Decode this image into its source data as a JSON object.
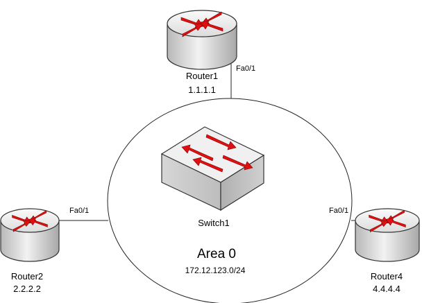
{
  "area": {
    "name": "Area 0",
    "subnet": "172.12.123.0/24"
  },
  "switch": {
    "name": "Switch1"
  },
  "routers": {
    "r1": {
      "name": "Router1",
      "ip": "1.1.1.1",
      "port": "Fa0/1"
    },
    "r2": {
      "name": "Router2",
      "ip": "2.2.2.2",
      "port": "Fa0/1"
    },
    "r4": {
      "name": "Router4",
      "ip": "4.4.4.4",
      "port": "Fa0/1"
    }
  },
  "colors": {
    "arrow": "#e01010",
    "device_face": "#ececec",
    "device_side": "#c8c8c8",
    "outline": "#333333"
  }
}
